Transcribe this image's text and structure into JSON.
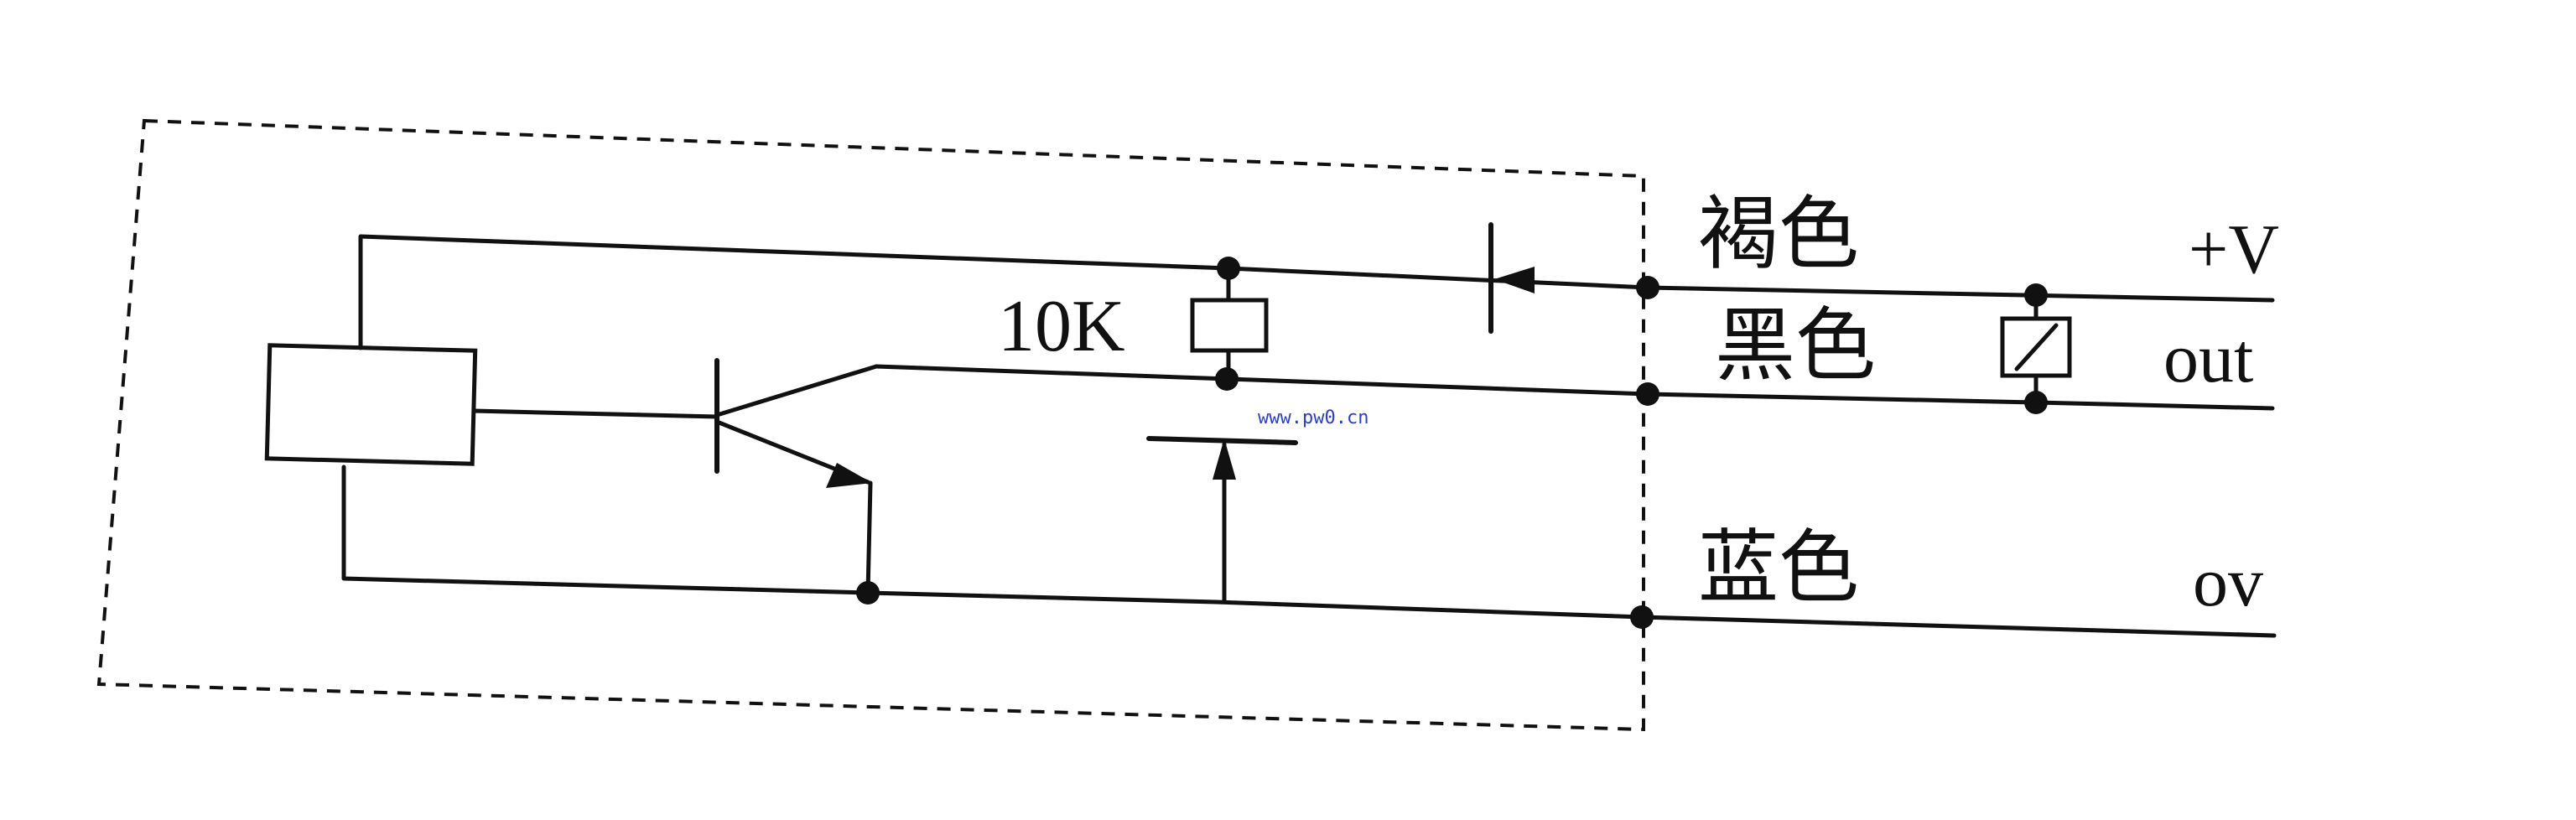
{
  "labels": {
    "brown_wire": "褐色",
    "black_wire": "黑色",
    "blue_wire": "蓝色",
    "positive_terminal": "+V",
    "output_terminal": "out",
    "zero_volt_terminal": "ov",
    "pullup_resistor": "10K",
    "watermark": "www.pw0.cn"
  }
}
